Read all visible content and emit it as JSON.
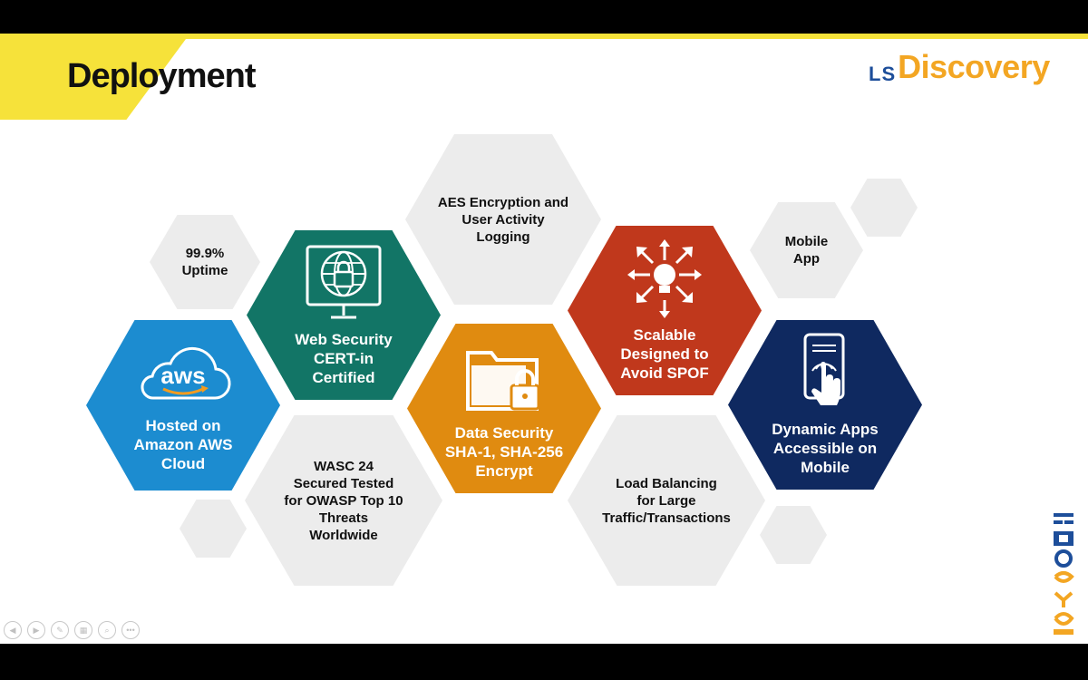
{
  "slide": {
    "title": "Deployment",
    "logo": {
      "prefix": "LS",
      "main": "Discovery"
    }
  },
  "hexagons": {
    "uptime": "99.9%\nUptime",
    "aes": "AES Encryption and\nUser Activity\nLogging",
    "mobile_app": "Mobile\nApp",
    "web_security": "Web Security\nCERT-in\nCertified",
    "scalable": "Scalable\nDesigned to\nAvoid SPOF",
    "aws": "Hosted on\nAmazon AWS\nCloud",
    "data_security": "Data Security\nSHA-1, SHA-256\nEncrypt",
    "dynamic_apps": "Dynamic Apps\nAccessible on\nMobile",
    "wasc": "WASC 24\nSecured Tested\nfor OWASP Top 10\nThreats\nWorldwide",
    "load_balancing": "Load Balancing\nfor Large\nTraffic/Transactions"
  },
  "aws_icon_text": "aws",
  "colors": {
    "aws_blue": "#1c8cd0",
    "web_green": "#127566",
    "data_orange": "#e08b10",
    "scalable_red": "#c0381c",
    "dynamic_navy": "#0f2960",
    "grey_hex": "#ececec",
    "banner_yellow": "#f6e23a",
    "logo_orange": "#f3a623",
    "logo_blue": "#1d4e9a"
  },
  "icons": {
    "aws": "aws-cloud-icon",
    "web_security": "globe-lock-monitor-icon",
    "data_security": "folder-lock-icon",
    "scalable": "lightbulb-arrows-icon",
    "dynamic_apps": "tablet-touch-icon"
  },
  "controls": [
    "previous-icon",
    "next-icon",
    "pen-icon",
    "slides-icon",
    "zoom-icon",
    "more-icon"
  ]
}
